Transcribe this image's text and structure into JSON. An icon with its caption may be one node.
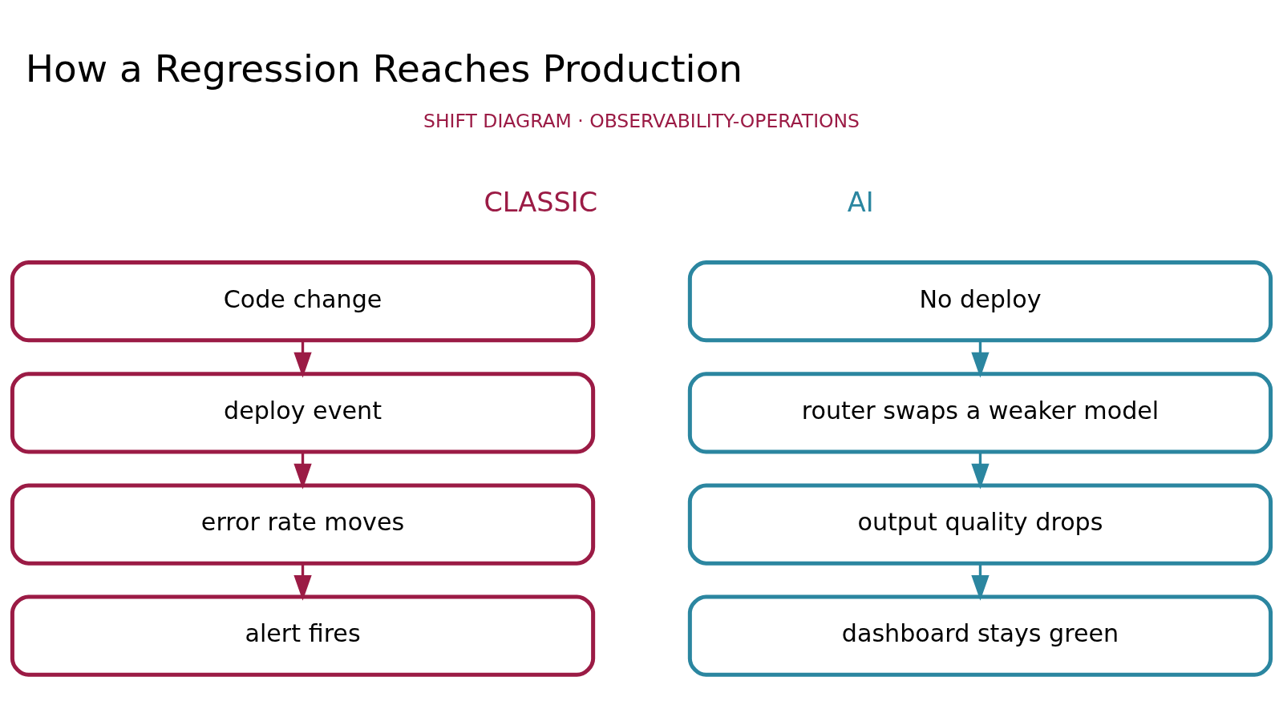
{
  "diagram": {
    "title": "How a Regression Reaches Production",
    "nodes": [
      {
        "text": [
          "Code change"
        ]
      },
      {
        "text": [
          "deploy event"
        ]
      },
      {
        "text": [
          "error rate moves"
        ]
      },
      {
        "text": [
          "alert fires"
        ]
      },
      {
        "text": [
          "No deploy"
        ]
      },
      {
        "text": [
          "router swaps a weaker model"
        ]
      },
      {
        "text": [
          "output quality drops"
        ]
      },
      {
        "text": [
          "dashboard stays green"
        ]
      }
    ],
    "edges": [
      {
        "from": 0,
        "to": 1,
        "arrow": "to",
        "color": "#9b1b45"
      },
      {
        "from": 1,
        "to": 2,
        "arrow": "to",
        "color": "#9b1b45"
      },
      {
        "from": 2,
        "to": 3,
        "arrow": "to",
        "color": "#9b1b45"
      },
      {
        "from": 4,
        "to": 5,
        "arrow": "to",
        "color": "#2b86a0"
      },
      {
        "from": 5,
        "to": 6,
        "arrow": "to",
        "color": "#2b86a0"
      },
      {
        "from": 6,
        "to": 7,
        "arrow": "to",
        "color": "#2b86a0"
      }
    ],
    "labels": [
      "SHIFT DIAGRAM · OBSERVABILITY-OPERATIONS",
      "CLASSIC",
      "AI"
    ]
  }
}
